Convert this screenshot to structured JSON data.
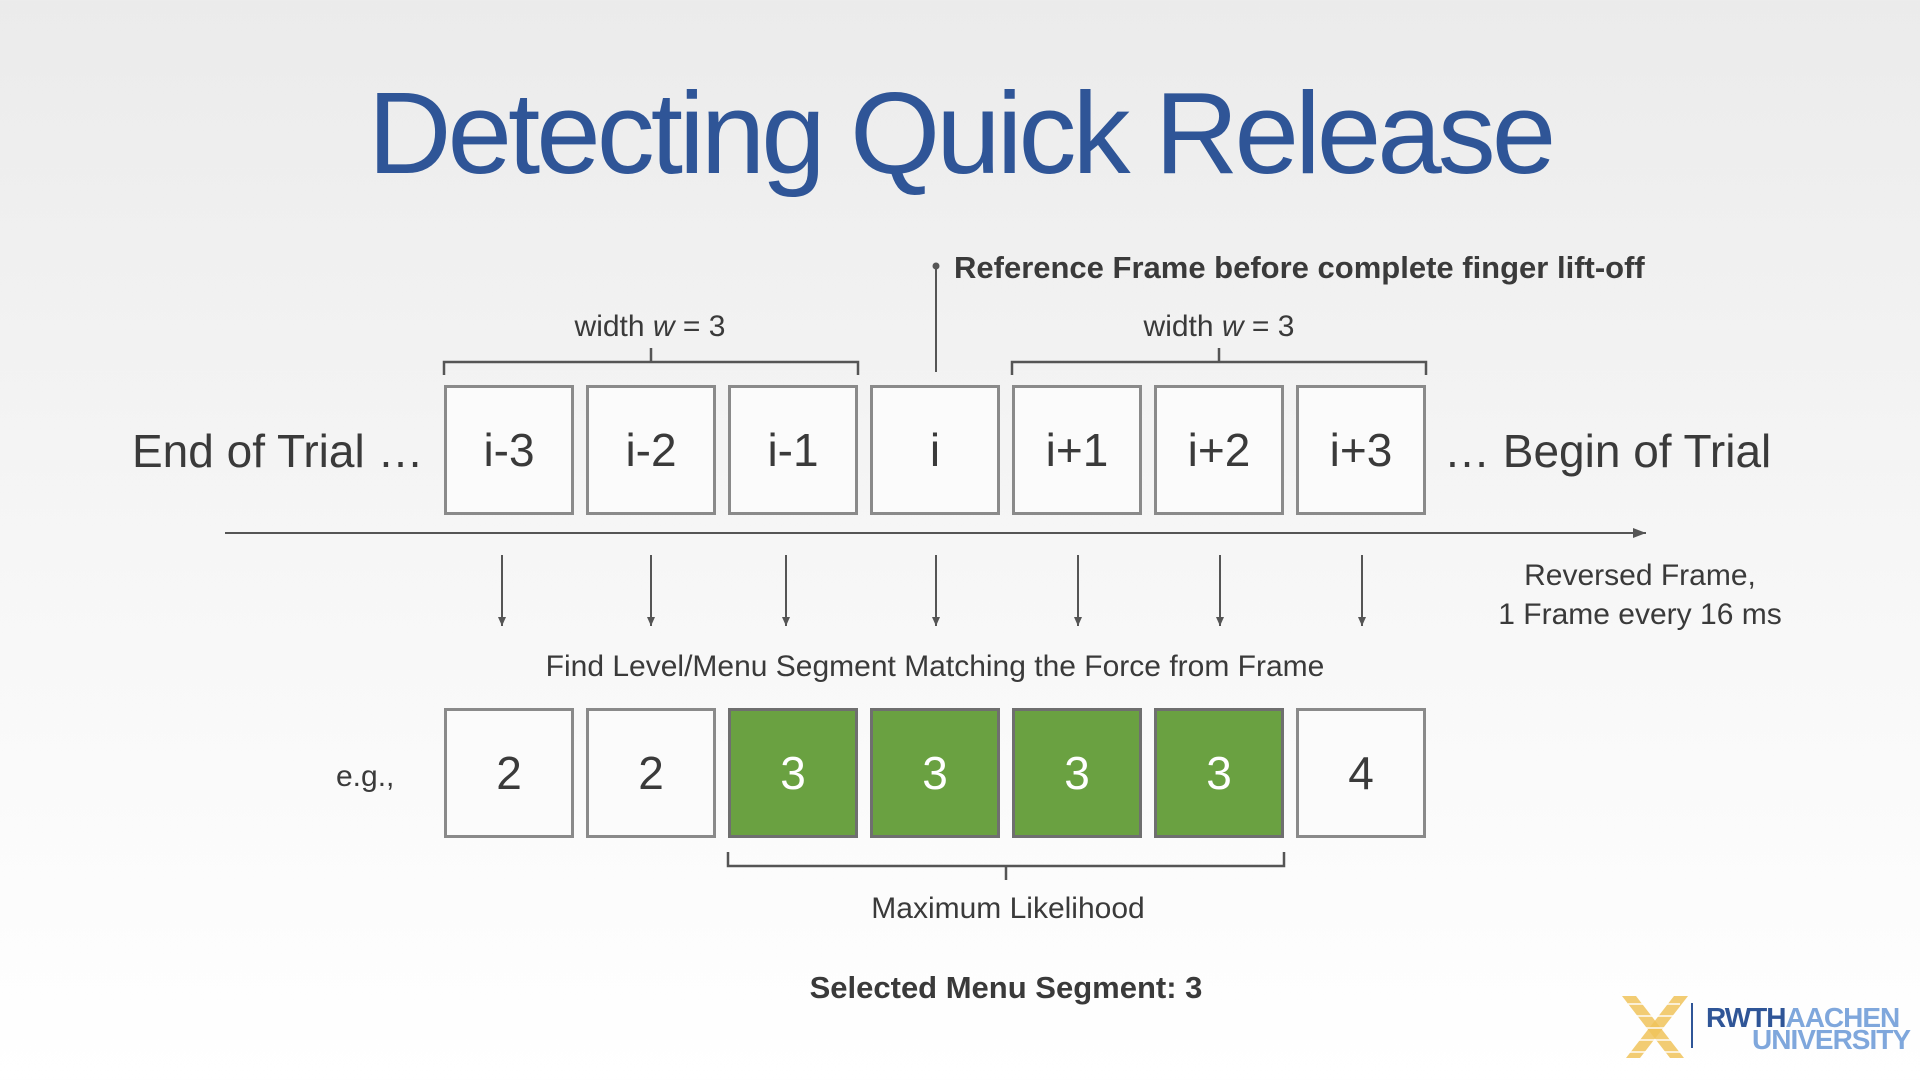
{
  "slide": {
    "title": "Detecting Quick Release",
    "reference_label": "Reference Frame before complete finger lift-off",
    "width_prefix": "width ",
    "width_var": "w",
    "width_value": " = 3",
    "left_label": "End of Trial …",
    "right_label": "… Begin of Trial",
    "frames": [
      "i-3",
      "i-2",
      "i-1",
      "i",
      "i+1",
      "i+2",
      "i+3"
    ],
    "reversed_line1": "Reversed Frame,",
    "reversed_line2": "1 Frame every 16 ms",
    "find_label": "Find Level/Menu Segment Matching the Force from Frame",
    "eg_label": "e.g.,",
    "segments": [
      "2",
      "2",
      "3",
      "3",
      "3",
      "3",
      "4"
    ],
    "selected_flags": [
      false,
      false,
      true,
      true,
      true,
      true,
      false
    ],
    "max_likelihood_label": "Maximum Likelihood",
    "selected_label": "Selected Menu Segment: 3",
    "logo_rwth": "RWTH",
    "logo_aachen": "AACHEN",
    "logo_university": "UNIVERSITY"
  },
  "colors": {
    "title": "#2f5597",
    "selected_fill": "#6aa141",
    "box_border": "#8a8a8a",
    "line": "#555555"
  }
}
